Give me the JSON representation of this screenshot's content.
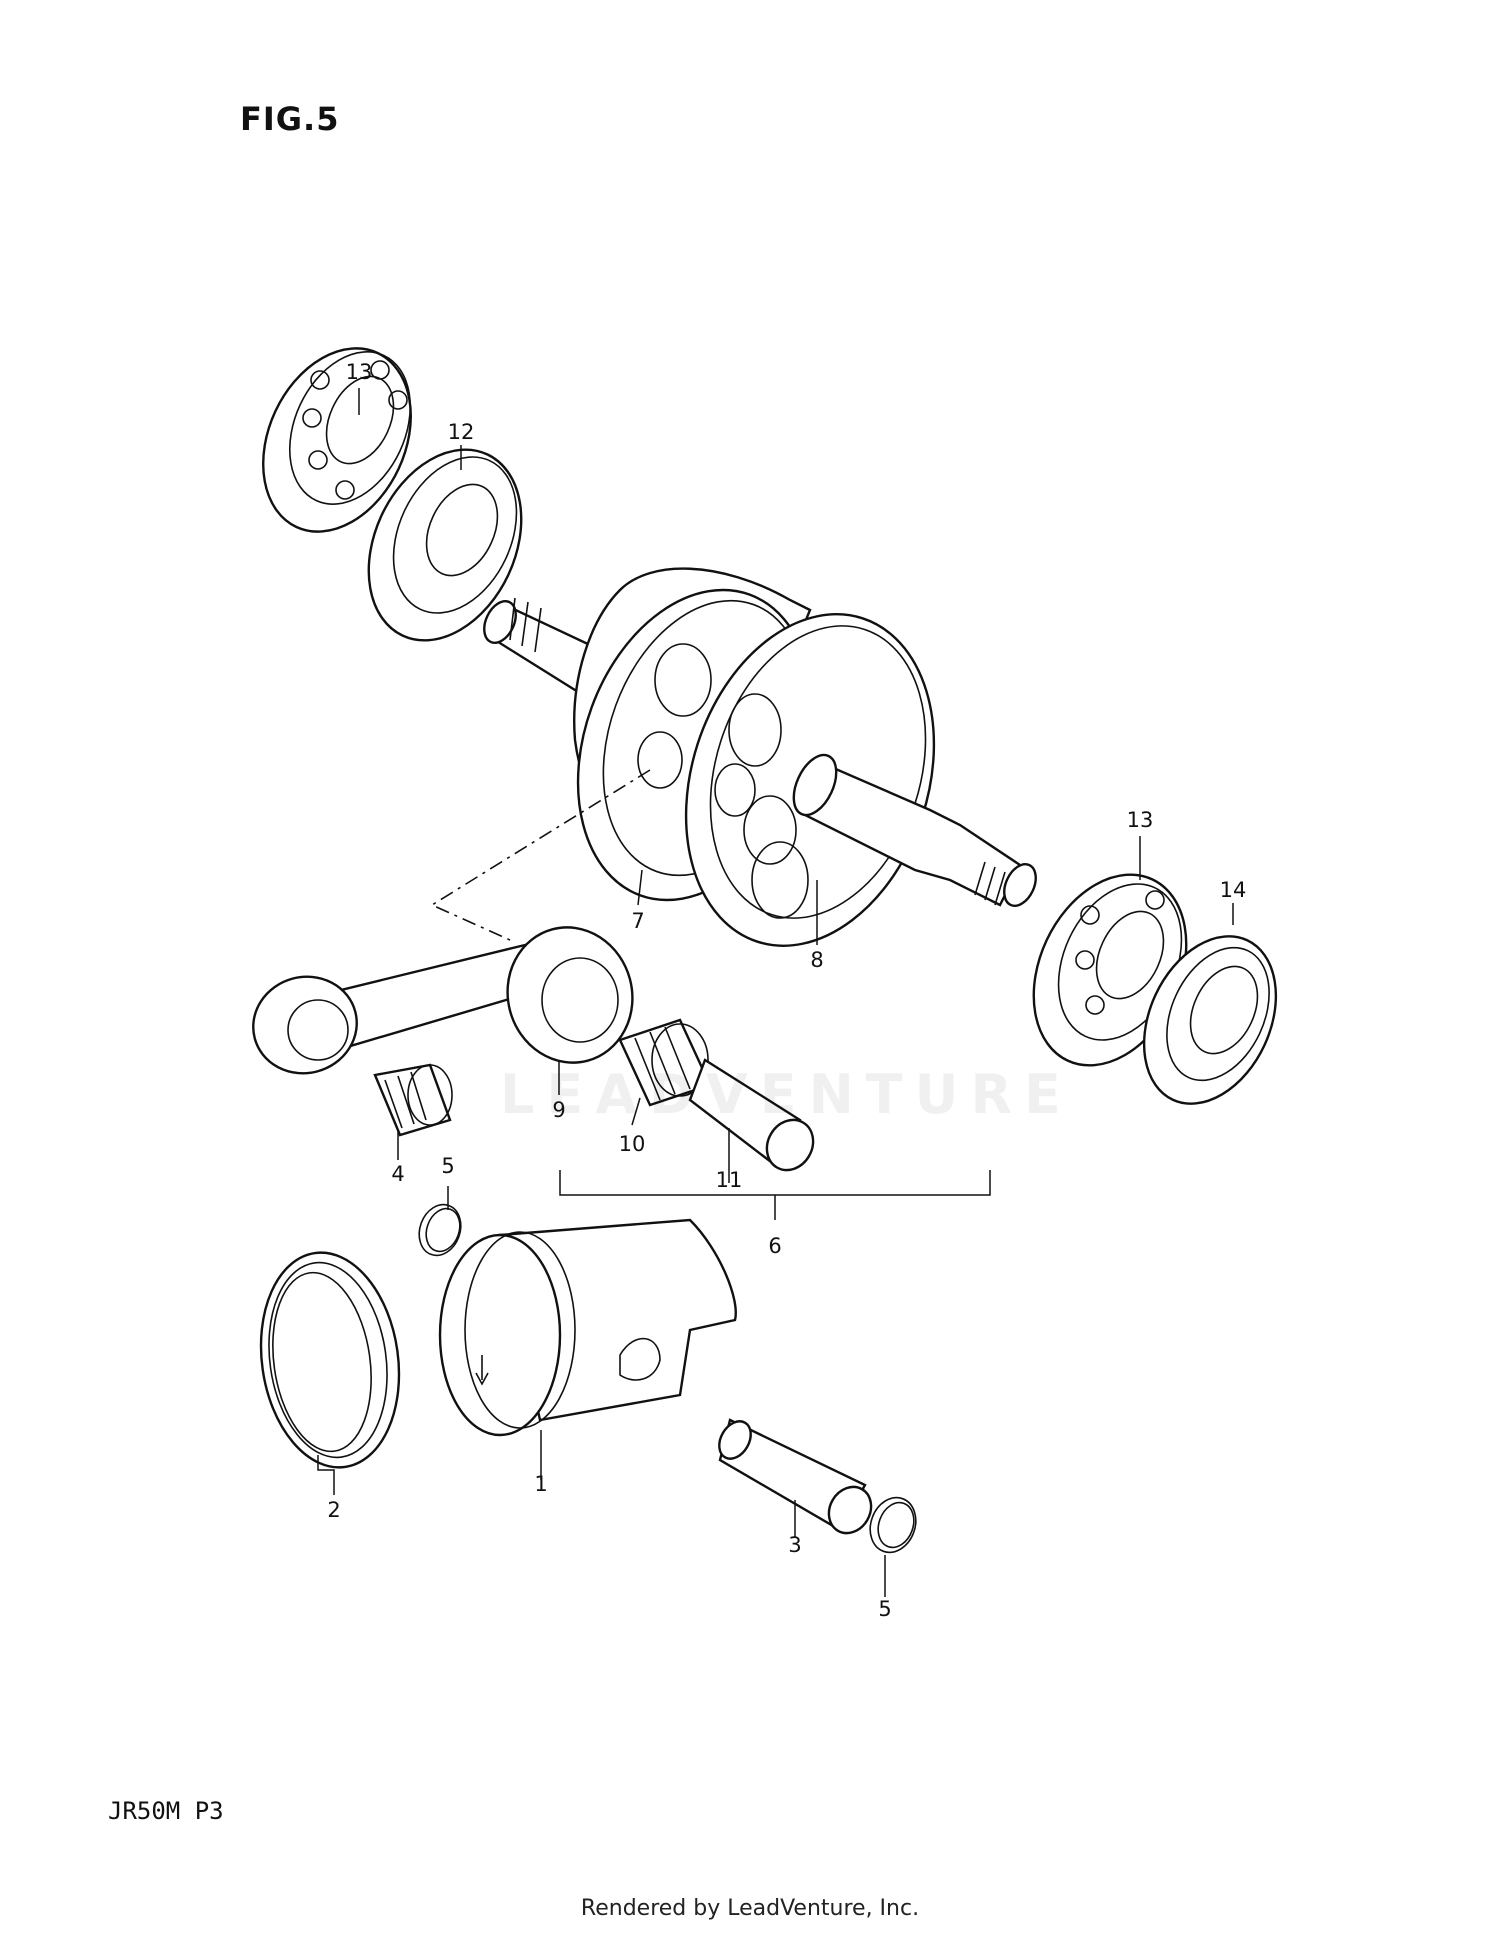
{
  "figure": {
    "title": "FIG.5"
  },
  "model_code": "JR50M P3",
  "footer": "Rendered by LeadVenture, Inc.",
  "watermark": "LEADVENTURE",
  "callouts": {
    "c1": "1",
    "c2": "2",
    "c3": "3",
    "c4": "4",
    "c5a": "5",
    "c5b": "5",
    "c6": "6",
    "c7": "7",
    "c8": "8",
    "c9": "9",
    "c10": "10",
    "c11": "11",
    "c12": "12",
    "c13a": "13",
    "c13b": "13",
    "c14": "14"
  }
}
